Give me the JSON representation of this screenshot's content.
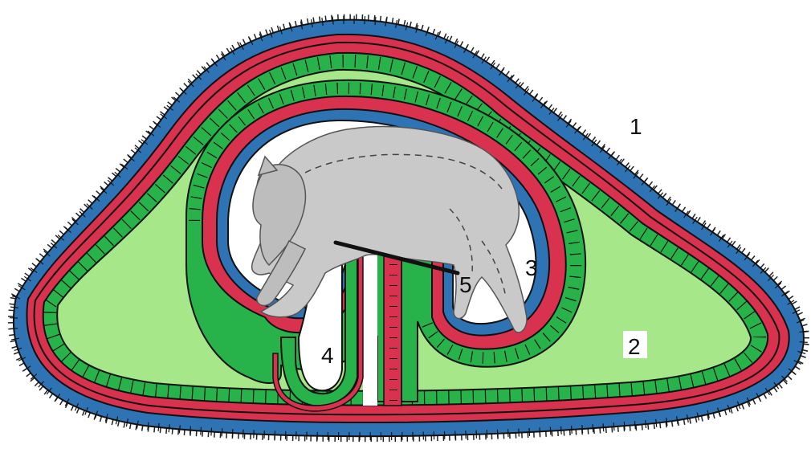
{
  "labels": {
    "one": "1",
    "two": "2",
    "three": "3",
    "four": "4",
    "five": "5"
  },
  "colors": {
    "blue_layer": "#2e74b5",
    "red_layer": "#d9324e",
    "green_layer": "#27b34a",
    "light_green_fill": "#a6e889",
    "embryo_gray": "#c9c9c9",
    "outline": "#111111"
  }
}
